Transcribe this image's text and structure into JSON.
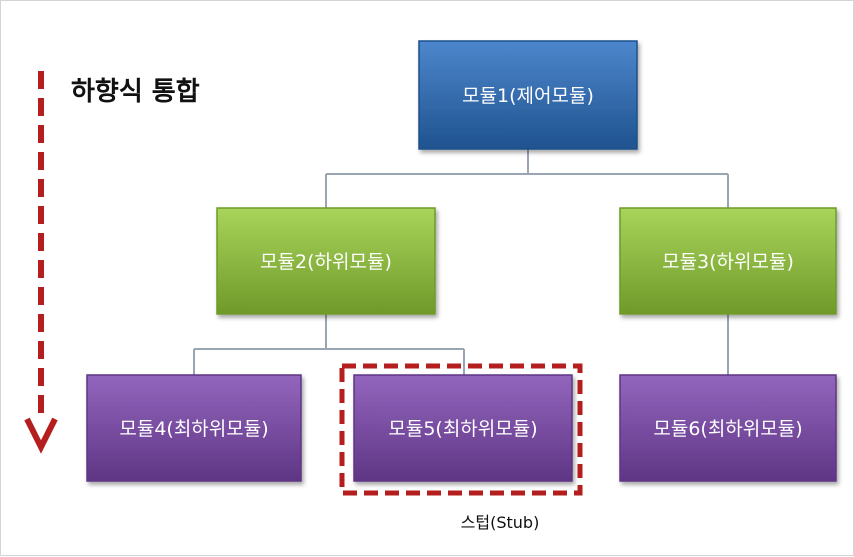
{
  "diagram": {
    "title": "하향식 통합",
    "stub_label": "스텁(Stub)",
    "colors": {
      "blue": "#2f69b0",
      "green": "#8cbc3a",
      "purple": "#7a4ba2",
      "connector": "#9aa5b4",
      "stub_border": "#b41e1e",
      "arrow": "#b41e1e"
    },
    "nodes": [
      {
        "id": "module-1",
        "label": "모듈1(제어모듈)",
        "level": "control"
      },
      {
        "id": "module-2",
        "label": "모듈2(하위모듈)",
        "level": "sub"
      },
      {
        "id": "module-3",
        "label": "모듈3(하위모듈)",
        "level": "sub"
      },
      {
        "id": "module-4",
        "label": "모듈4(최하위모듈)",
        "level": "lowest"
      },
      {
        "id": "module-5",
        "label": "모듈5(최하위모듈)",
        "level": "lowest",
        "stub": true
      },
      {
        "id": "module-6",
        "label": "모듈6(최하위모듈)",
        "level": "lowest"
      }
    ],
    "edges": [
      {
        "from": "module-1",
        "to": "module-2"
      },
      {
        "from": "module-1",
        "to": "module-3"
      },
      {
        "from": "module-2",
        "to": "module-4"
      },
      {
        "from": "module-2",
        "to": "module-5"
      },
      {
        "from": "module-3",
        "to": "module-6"
      }
    ]
  }
}
